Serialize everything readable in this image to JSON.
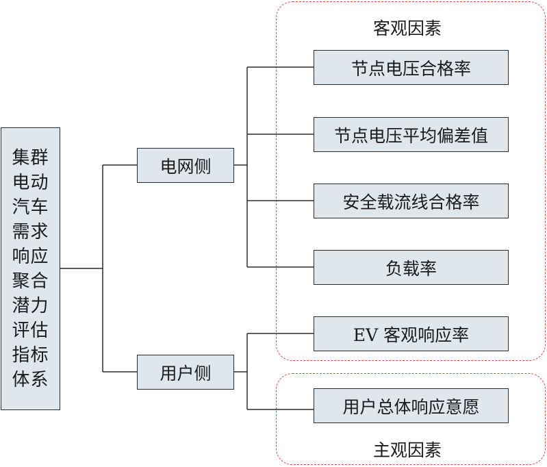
{
  "root": {
    "lines": [
      "集群",
      "电动",
      "汽车",
      "需求",
      "响应",
      "聚合",
      "潜力",
      "评估",
      "指标",
      "体系"
    ]
  },
  "branches": [
    {
      "label": "电网侧",
      "children": [
        "节点电压合格率",
        "节点电压平均偏差值",
        "安全载流线合格率",
        "负载率"
      ]
    },
    {
      "label": "用户侧",
      "children": [
        "EV 客观响应率",
        "用户总体响应意愿"
      ]
    }
  ],
  "groups": {
    "objective": "客观因素",
    "subjective": "主观因素"
  },
  "colors": {
    "box_fill": "#dfe7ed",
    "border": "#2b2b2b",
    "group_border": "#d94b4b"
  }
}
